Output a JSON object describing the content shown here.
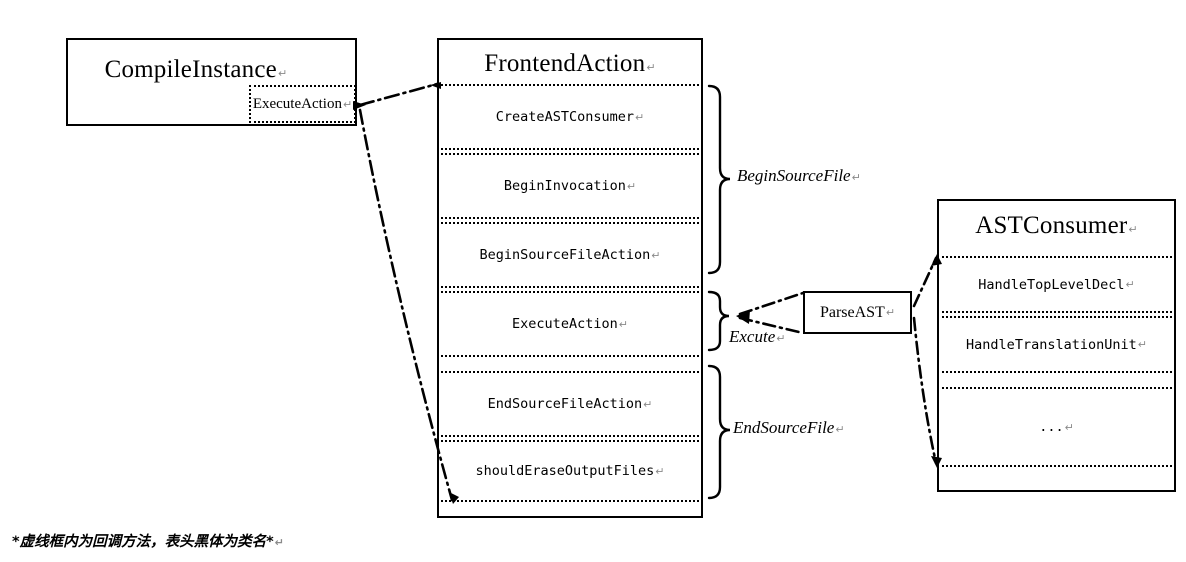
{
  "diagram": {
    "title_note": "*虚线框内为回调方法，表头黑体为类名*",
    "cr_glyph": "↵",
    "colors": {
      "stroke": "#000000",
      "background": "#ffffff",
      "cr": "#8a8a8a"
    }
  },
  "compile_instance": {
    "title": "CompileInstance",
    "callback": "ExecuteAction"
  },
  "frontend_action": {
    "title": "FrontendAction",
    "methods": [
      {
        "label": "CreateASTConsumer"
      },
      {
        "label": "BeginInvocation"
      },
      {
        "label": "BeginSourceFileAction"
      },
      {
        "label": "ExecuteAction"
      },
      {
        "label": "EndSourceFileAction"
      },
      {
        "label": "shouldEraseOutputFiles"
      }
    ],
    "braces": [
      {
        "label": "BeginSourceFile"
      },
      {
        "label": "Excute"
      },
      {
        "label": "EndSourceFile"
      }
    ]
  },
  "parse_ast": {
    "label": "ParseAST"
  },
  "ast_consumer": {
    "title": "ASTConsumer",
    "methods": [
      {
        "label": "HandleTopLevelDecl"
      },
      {
        "label": "HandleTranslationUnit"
      },
      {
        "label": "..."
      }
    ]
  }
}
